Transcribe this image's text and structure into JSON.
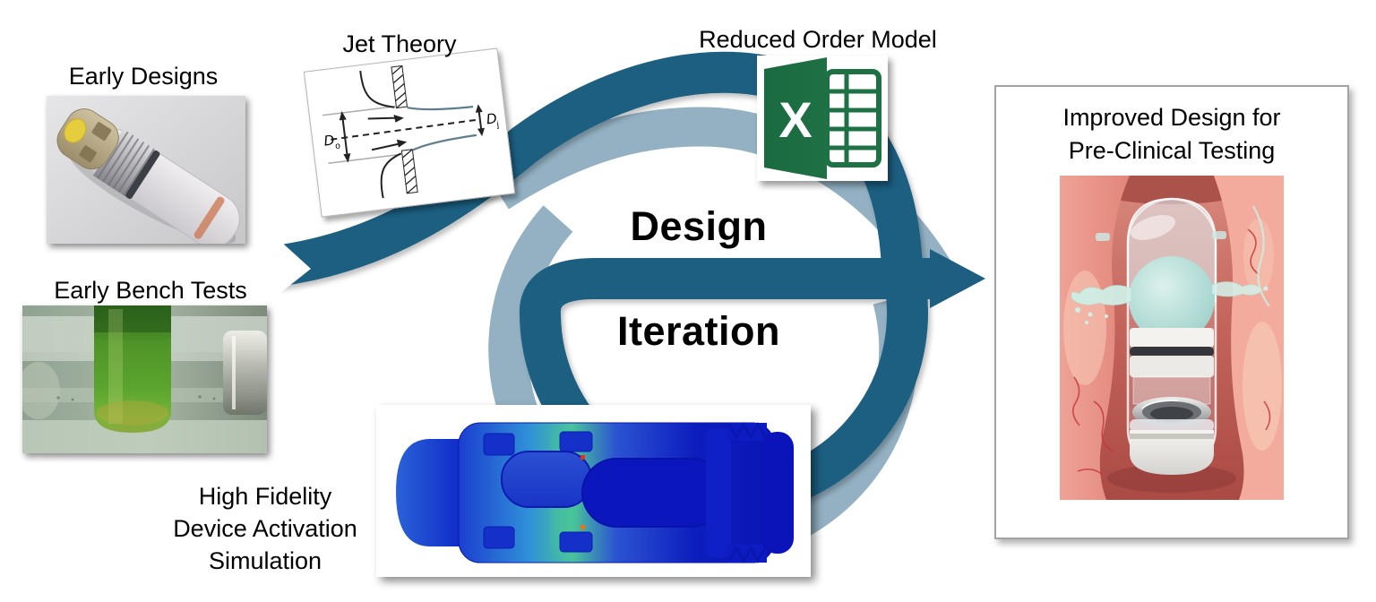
{
  "diagram": {
    "colors": {
      "dark_teal": "#1E5F81",
      "light_blue": "#93B1C3",
      "excel_green": "#1E7145",
      "excel_green_dark": "#17603A"
    },
    "center": {
      "word_top": "Design",
      "word_bottom": "Iteration"
    },
    "nodes": {
      "early_designs": {
        "label": "Early Designs"
      },
      "early_bench_tests": {
        "label": "Early Bench Tests"
      },
      "jet_theory": {
        "label": "Jet Theory",
        "sketch": {
          "left_symbol": "D",
          "left_sub": "o",
          "right_symbol": "D",
          "right_sub": "j"
        }
      },
      "reduced_order_model": {
        "label": "Reduced Order Model",
        "icon": "excel-icon",
        "excel_letter": "X"
      },
      "high_fidelity_simulation": {
        "label_lines": [
          "High Fidelity",
          "Device Activation",
          "Simulation"
        ]
      },
      "improved_design": {
        "title_lines": [
          "Improved Design for",
          "Pre-Clinical Testing"
        ]
      }
    }
  }
}
